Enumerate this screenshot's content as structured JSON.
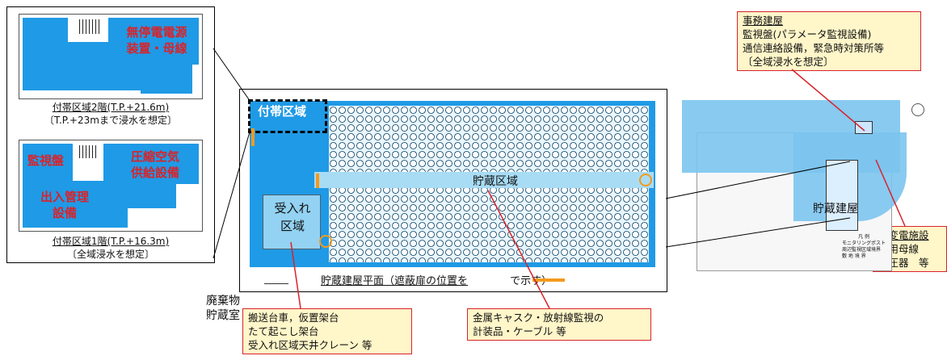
{
  "floor2": {
    "equipment": [
      "無停電電源",
      "装置・母線"
    ],
    "caption": "付帯区域2階(T.P.+21.6m)",
    "note": "〔T.P.+23mまで浸水を想定〕"
  },
  "floor1": {
    "rooms": {
      "monitor": "監視盤",
      "compressor": [
        "圧縮空気",
        "供給設備"
      ],
      "access": [
        "出入管理",
        "設備"
      ]
    },
    "caption": "付帯区域1階(T.P.+16.3m)",
    "note": "〔全域浸水を想定〕"
  },
  "plan": {
    "annex_label": "付帯区域",
    "storage_label": "貯蔵区域",
    "receiving_label": [
      "受入れ",
      "区域"
    ],
    "caption_main": "貯蔵建屋平面（遮蔽扉の位置を",
    "caption_tail": "で示す）"
  },
  "waste_room": [
    "廃棄物",
    "貯蔵室"
  ],
  "callouts": {
    "receiving": [
      "搬送台車，仮置架台",
      "たて起こし架台",
      "受入れ区域天井クレーン 等"
    ],
    "cask": [
      "金属キャスク・放射線監視の",
      "計装品・ケーブル 等"
    ],
    "office": [
      "事務建屋",
      "監視盤(パラメータ監視設備)",
      "通信連絡設備，緊急時対策所等",
      "〔全域浸水を想定〕"
    ],
    "substation": [
      "受変電施設",
      "常用母線",
      "変圧器　等"
    ]
  },
  "site": {
    "storage_building": "貯蔵建屋",
    "legend_title": "凡 例",
    "legend_items": [
      "モニタリングポスト",
      "周辺監視区域境界",
      "敷 地 境 界"
    ]
  },
  "colors": {
    "flood_blue": "#1f9ae6",
    "light_blue": "#a8dcf5",
    "accent_red": "#d8232a",
    "door_orange": "#f39a1e",
    "callout_fill": "#fff6c9"
  }
}
